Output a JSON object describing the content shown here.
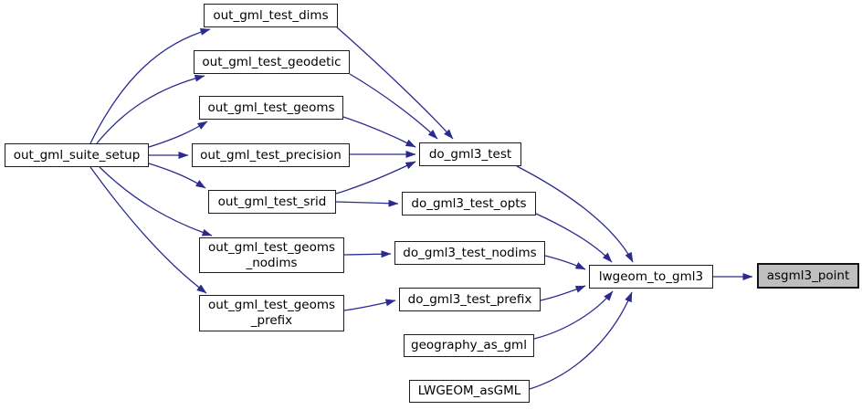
{
  "graph_type": "caller-graph",
  "colors": {
    "edge": "#2b2b8f",
    "node_border": "#1c1c1c",
    "node_fill": "#ffffff",
    "highlight_node_fill": "#bfbfbf",
    "background": "#ffffff",
    "text": "#000000"
  },
  "nodes": {
    "out_gml_suite_setup": {
      "label": "out_gml_suite_setup"
    },
    "out_gml_test_dims": {
      "label": "out_gml_test_dims"
    },
    "out_gml_test_geodetic": {
      "label": "out_gml_test_geodetic"
    },
    "out_gml_test_geoms": {
      "label": "out_gml_test_geoms"
    },
    "out_gml_test_precision": {
      "label": "out_gml_test_precision"
    },
    "out_gml_test_srid": {
      "label": "out_gml_test_srid"
    },
    "out_gml_test_geoms_nodims": {
      "label": "out_gml_test_geoms\n_nodims"
    },
    "out_gml_test_geoms_prefix": {
      "label": "out_gml_test_geoms\n_prefix"
    },
    "do_gml3_test": {
      "label": "do_gml3_test"
    },
    "do_gml3_test_opts": {
      "label": "do_gml3_test_opts"
    },
    "do_gml3_test_nodims": {
      "label": "do_gml3_test_nodims"
    },
    "do_gml3_test_prefix": {
      "label": "do_gml3_test_prefix"
    },
    "geography_as_gml": {
      "label": "geography_as_gml"
    },
    "LWGEOM_asGML": {
      "label": "LWGEOM_asGML"
    },
    "lwgeom_to_gml3": {
      "label": "lwgeom_to_gml3"
    },
    "asgml3_point": {
      "label": "asgml3_point",
      "highlighted": true
    }
  },
  "edges": [
    {
      "from": "out_gml_suite_setup",
      "to": "out_gml_test_dims"
    },
    {
      "from": "out_gml_suite_setup",
      "to": "out_gml_test_geodetic"
    },
    {
      "from": "out_gml_suite_setup",
      "to": "out_gml_test_geoms"
    },
    {
      "from": "out_gml_suite_setup",
      "to": "out_gml_test_precision"
    },
    {
      "from": "out_gml_suite_setup",
      "to": "out_gml_test_srid"
    },
    {
      "from": "out_gml_suite_setup",
      "to": "out_gml_test_geoms_nodims"
    },
    {
      "from": "out_gml_suite_setup",
      "to": "out_gml_test_geoms_prefix"
    },
    {
      "from": "out_gml_test_dims",
      "to": "do_gml3_test"
    },
    {
      "from": "out_gml_test_geodetic",
      "to": "do_gml3_test"
    },
    {
      "from": "out_gml_test_geoms",
      "to": "do_gml3_test"
    },
    {
      "from": "out_gml_test_precision",
      "to": "do_gml3_test"
    },
    {
      "from": "out_gml_test_srid",
      "to": "do_gml3_test"
    },
    {
      "from": "out_gml_test_srid",
      "to": "do_gml3_test_opts"
    },
    {
      "from": "out_gml_test_geoms_nodims",
      "to": "do_gml3_test_nodims"
    },
    {
      "from": "out_gml_test_geoms_prefix",
      "to": "do_gml3_test_prefix"
    },
    {
      "from": "do_gml3_test",
      "to": "lwgeom_to_gml3"
    },
    {
      "from": "do_gml3_test_opts",
      "to": "lwgeom_to_gml3"
    },
    {
      "from": "do_gml3_test_nodims",
      "to": "lwgeom_to_gml3"
    },
    {
      "from": "do_gml3_test_prefix",
      "to": "lwgeom_to_gml3"
    },
    {
      "from": "geography_as_gml",
      "to": "lwgeom_to_gml3"
    },
    {
      "from": "LWGEOM_asGML",
      "to": "lwgeom_to_gml3"
    },
    {
      "from": "lwgeom_to_gml3",
      "to": "asgml3_point"
    }
  ]
}
